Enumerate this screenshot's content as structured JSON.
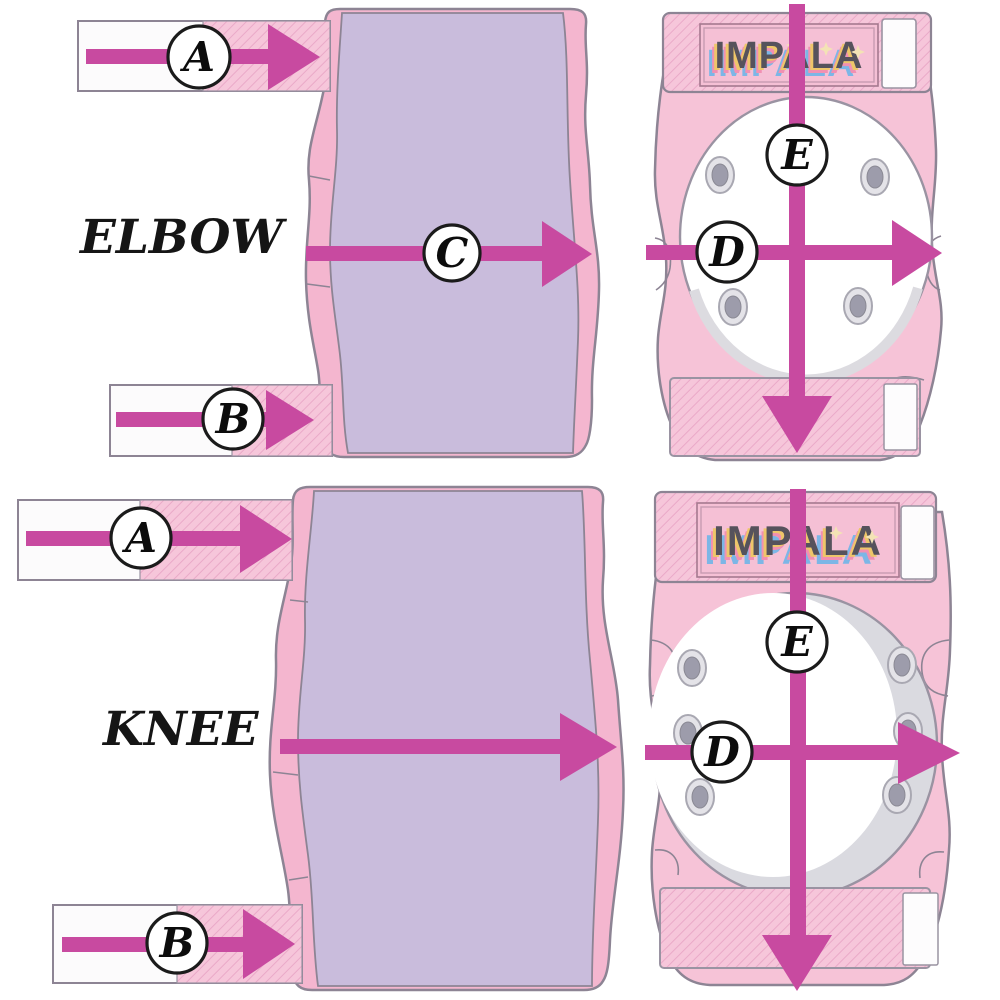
{
  "rows": [
    {
      "label": "ELBOW",
      "measures": {
        "a": "A",
        "b": "B",
        "c": "C",
        "d": "D",
        "e": "E"
      }
    },
    {
      "label": "KNEE",
      "measures": {
        "a": "A",
        "b": "B",
        "d": "D",
        "e": "E"
      }
    }
  ],
  "brand": {
    "logo_text": "IMPALA"
  },
  "colors": {
    "arrow_magenta": "#c84aa0",
    "pad_pink": "#f6c3d7",
    "pad_trim_pink": "#f4b6cf",
    "pad_lavender": "#c9bcdc",
    "outline_grey": "#8d8494",
    "cap_white": "#ffffff",
    "cap_shadow_grey": "#dadae0",
    "strap_hatch_pink": "#f6c6da",
    "strap_hatch_line": "#eaa9c8",
    "logo_dark": "#56525c",
    "logo_shadow_gold": "#eec66a",
    "logo_shadow_pink": "#f190b2",
    "logo_shadow_blue": "#7cb6e6",
    "background": "#ffffff"
  }
}
